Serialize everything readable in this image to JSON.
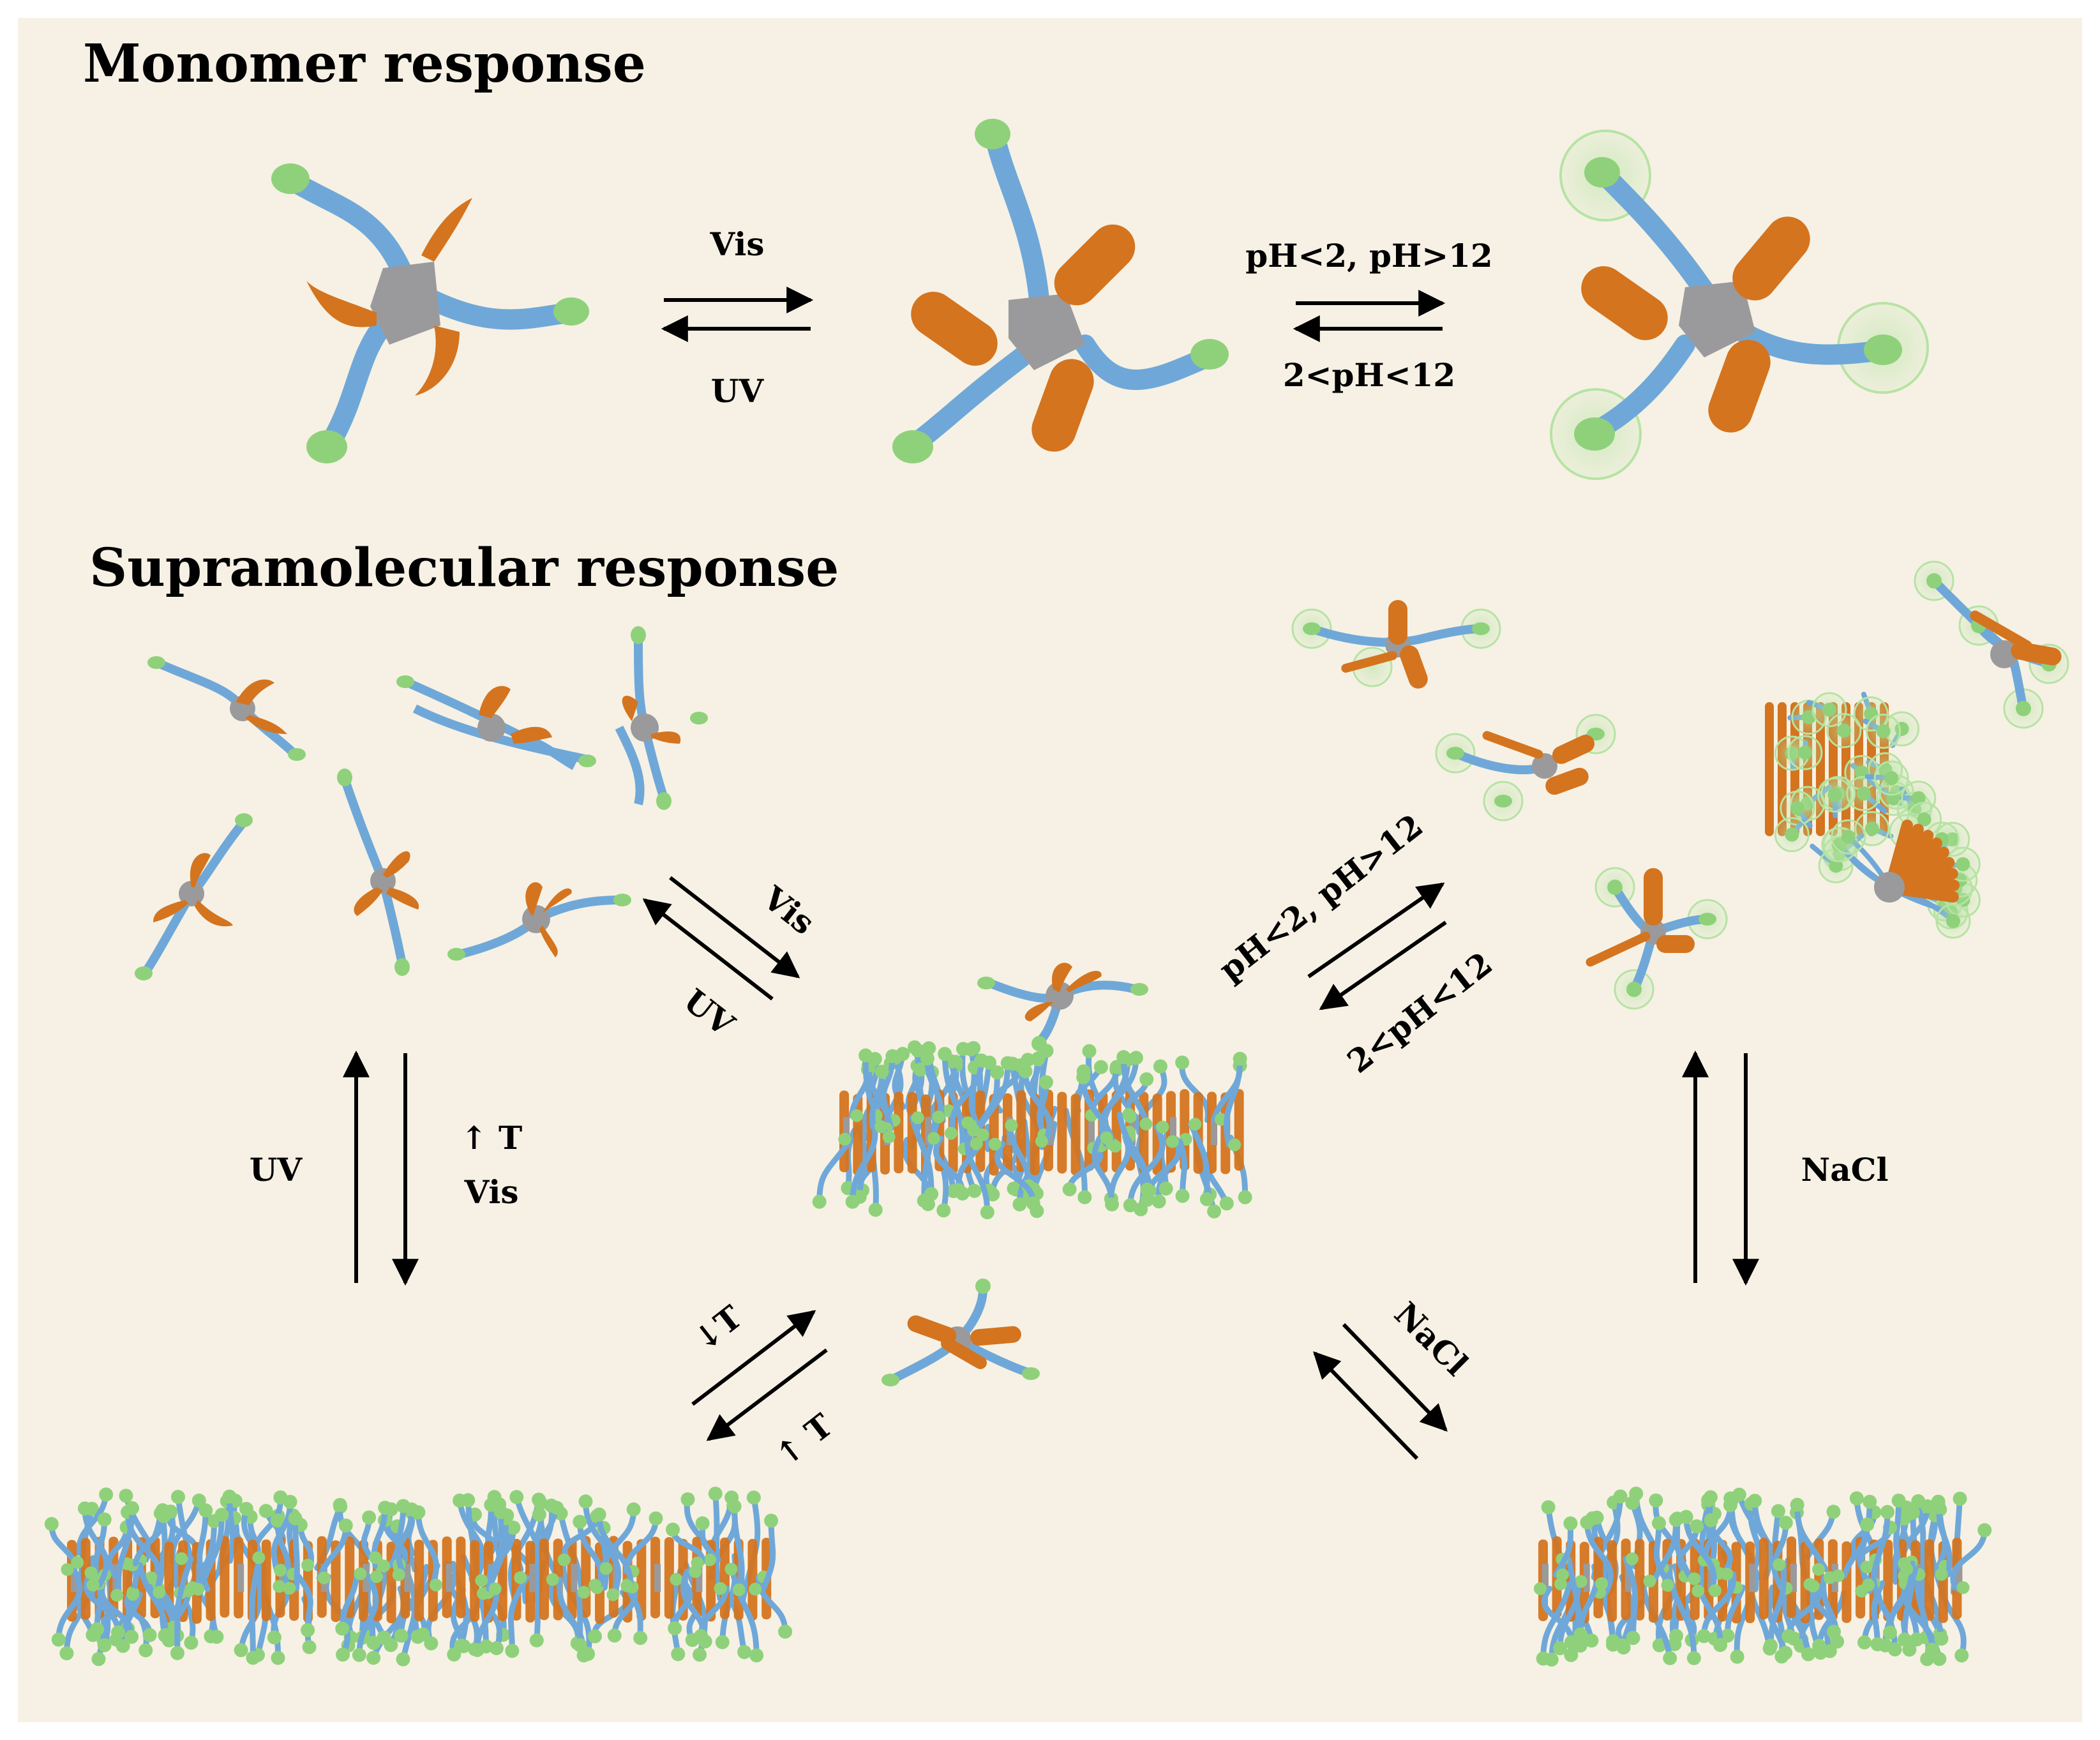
{
  "headings": {
    "monomer": "Monomer response",
    "supramolecular": "Supramolecular response"
  },
  "monomer_row": {
    "forward_1": "Vis",
    "backward_1": "UV",
    "forward_2": "pH<2, pH>12",
    "backward_2": "2<pH<12"
  },
  "supra": {
    "diag_tl_forward": "Vis",
    "diag_tl_backward": "UV",
    "diag_tr_forward": "pH<2, pH>12",
    "diag_tr_backward": "2<pH<12",
    "left_up": "UV",
    "left_down_1": "↑ T",
    "left_down_2": "Vis",
    "right_down": "NaCl",
    "diag_bl_forward": "↓T",
    "diag_bl_backward": "↑ T",
    "diag_br": "NaCl"
  },
  "colors": {
    "background": "#f6f1e4",
    "core": "#9a9a9c",
    "arm": "#6fa8d8",
    "tip": "#8fd17a",
    "azo": "#d4741f",
    "halo": "#b6e3a4"
  }
}
